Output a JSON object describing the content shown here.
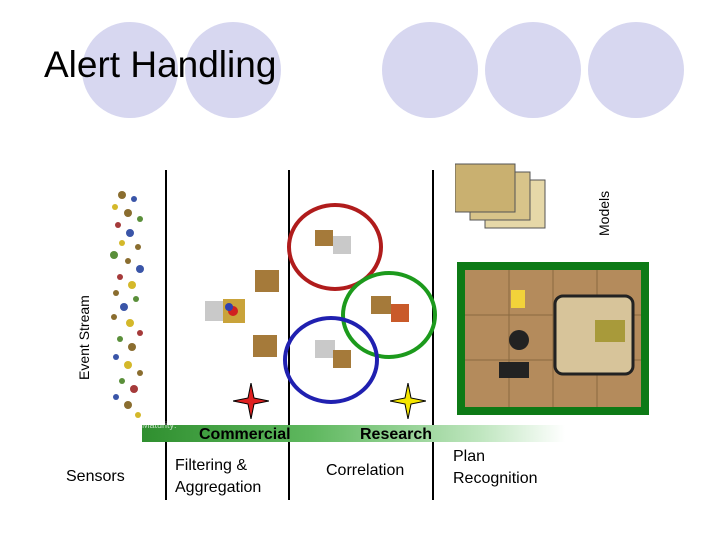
{
  "title": "Alert Handling",
  "side_labels": {
    "event_stream": "Event Stream",
    "models": "Models"
  },
  "stages": {
    "sensors": "Sensors",
    "filtering_line1": "Filtering &",
    "filtering_line2": "Aggregation",
    "correlation": "Correlation",
    "plan_line1": "Plan",
    "plan_line2": "Recognition"
  },
  "bar": {
    "commercial": "Commercial",
    "research": "Research",
    "faint_text": "Maturity:"
  },
  "colors": {
    "deco_circle": "#d7d7f0",
    "bar_green": "#2f8f2f",
    "ring_red": "#b01c1c",
    "ring_green": "#1c9a1c",
    "ring_blue": "#2020b0",
    "star_red": "#e02020",
    "star_yellow": "#f5e600",
    "board_green": "#0d7a16"
  }
}
